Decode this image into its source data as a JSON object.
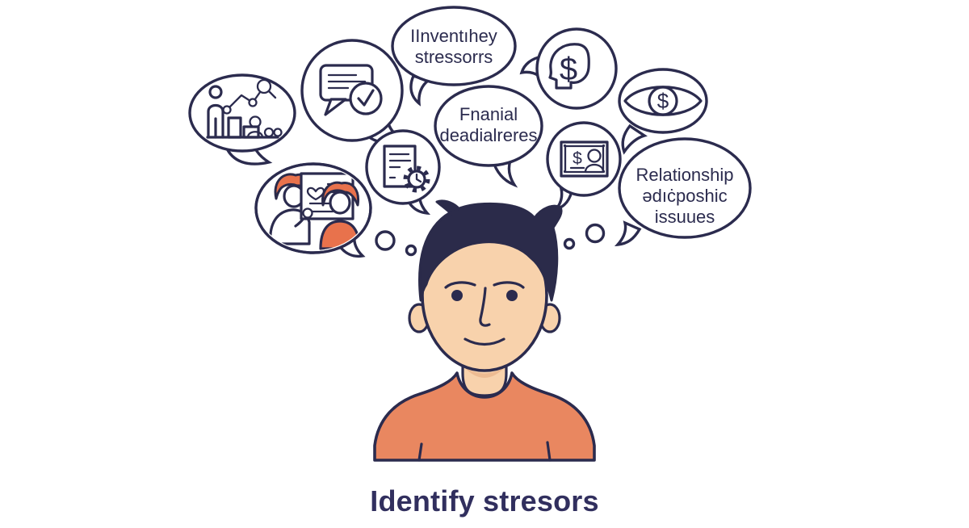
{
  "caption": "Identify stresors",
  "colors": {
    "outline": "#2b2b4e",
    "hair": "#2b2b4a",
    "skin": "#f8d2ac",
    "skin_shadow": "#edbb92",
    "shirt_orange": "#e98760",
    "accent_orange": "#e8724c",
    "background": "#ffffff",
    "caption_text": "#312f5e"
  },
  "glyphs": {
    "dollar": "$"
  },
  "bubbles": {
    "work_stress": {
      "icon": "person-bar-chart-icon"
    },
    "messages": {
      "icon": "chat-check-icon"
    },
    "inventihey": {
      "line1": "IInventıhey",
      "line2": "stressorrs"
    },
    "money_mind": {
      "icon": "head-dollar-icon"
    },
    "money_eye": {
      "icon": "eye-dollar-icon"
    },
    "financial": {
      "line1": "Fnanial",
      "line2": "deadialreres"
    },
    "deadlines": {
      "icon": "document-clock-gear-icon"
    },
    "banknote": {
      "icon": "banknote-person-icon"
    },
    "relationship": {
      "line1": "Relationship",
      "line2": "ədıċposhic",
      "line3": "issuues"
    },
    "relationship_people": {
      "icon": "two-people-document-icon"
    }
  }
}
